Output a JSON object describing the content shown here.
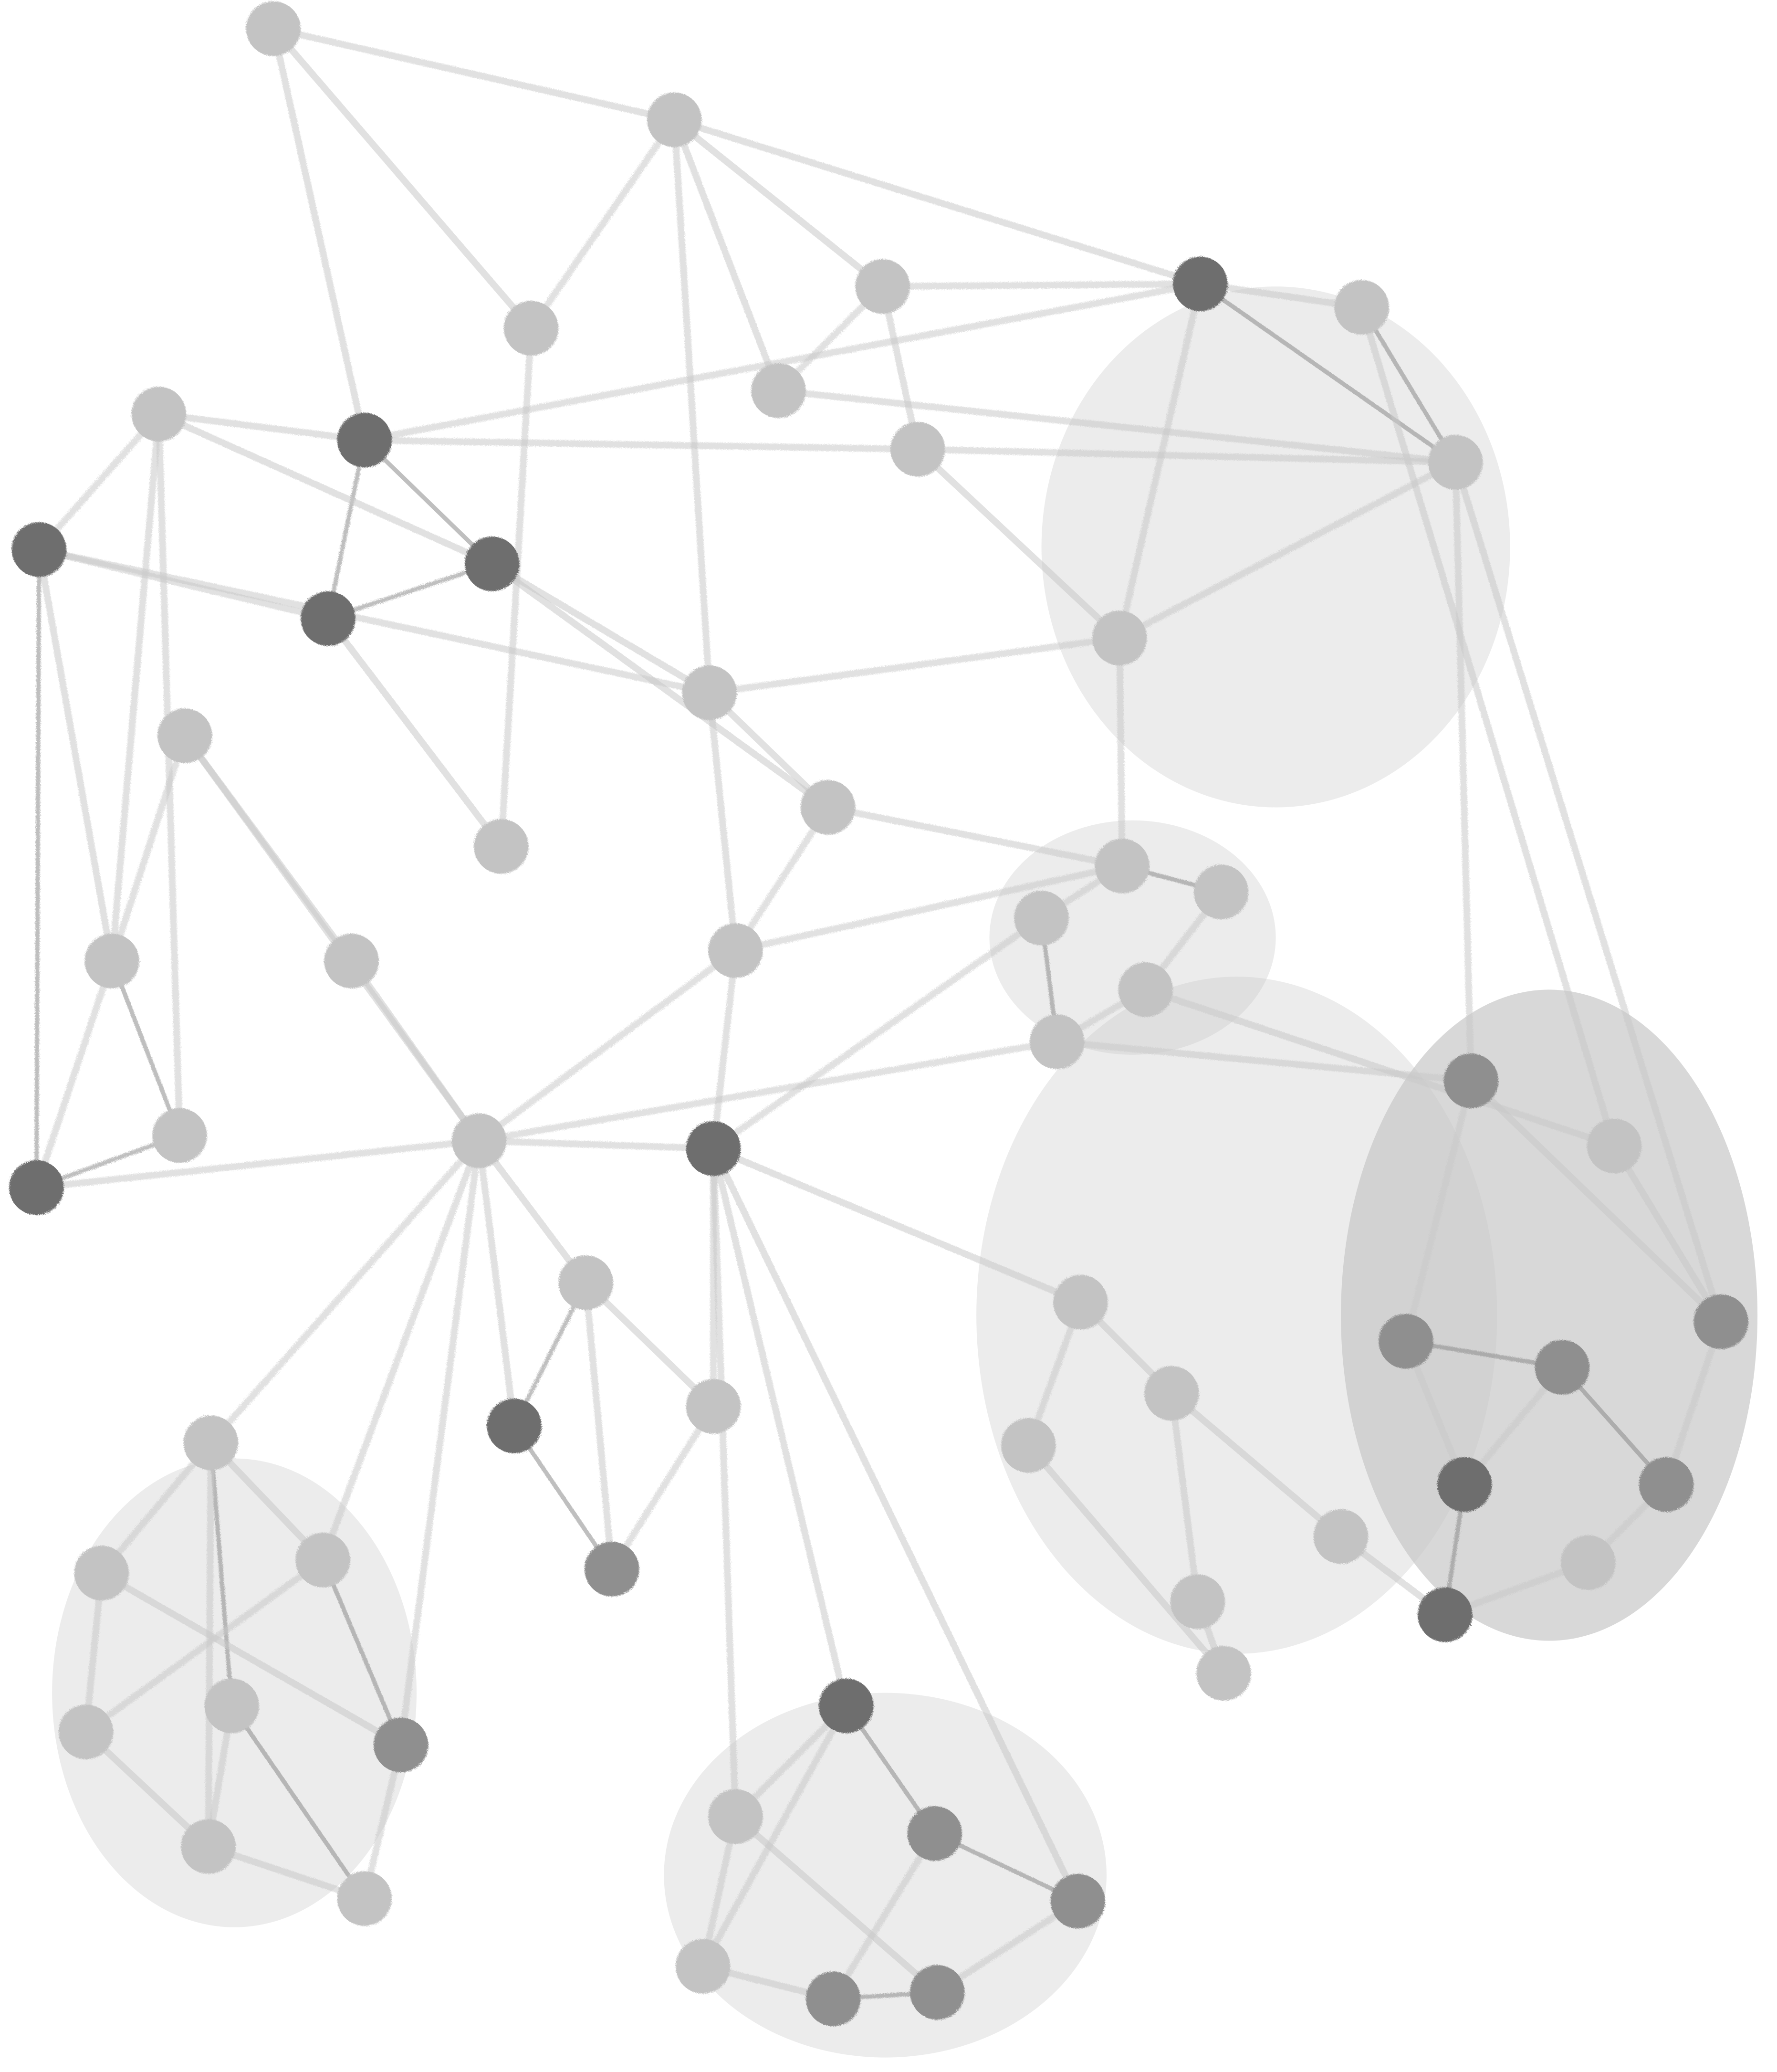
{
  "colors": {
    "background": "#ffffff",
    "edge_light": "#c8c8c8",
    "edge_dark": "#8a8a8a",
    "node_light": "#c3c3c3",
    "node_mid": "#8f8f8f",
    "node_dark": "#6e6e6e"
  },
  "graph": {
    "type": "network",
    "labels_visible": false,
    "node_groups": [
      "light",
      "mid",
      "dark"
    ]
  }
}
